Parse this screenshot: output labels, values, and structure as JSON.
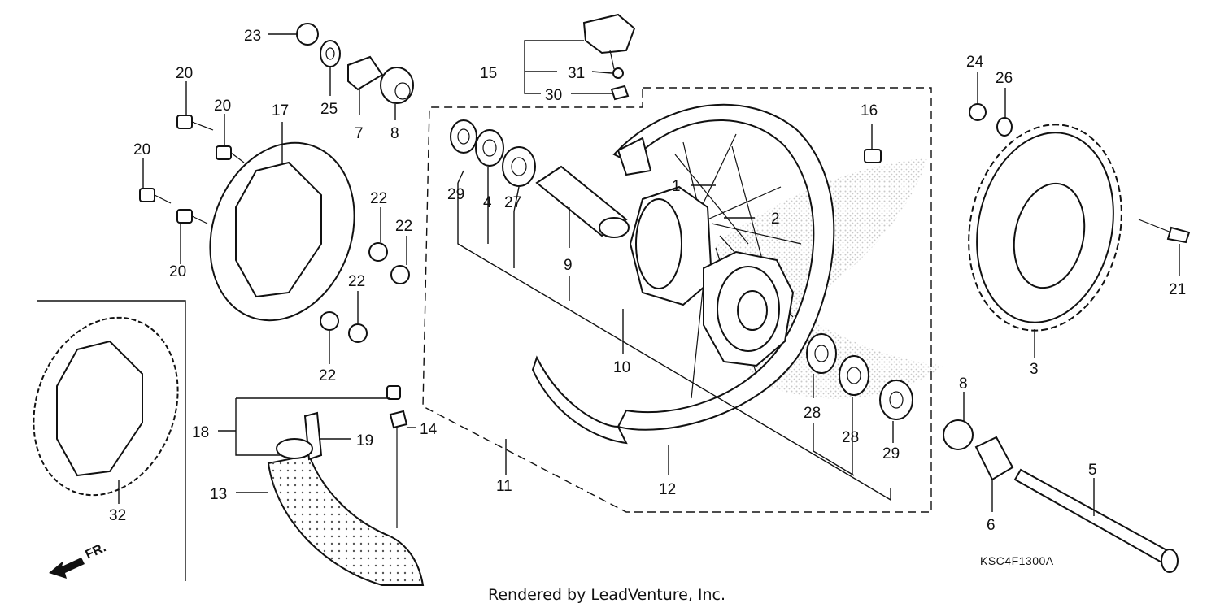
{
  "callouts": [
    {
      "id": "c23",
      "text": "23"
    },
    {
      "id": "c25",
      "text": "25"
    },
    {
      "id": "c7",
      "text": "7"
    },
    {
      "id": "c8a",
      "text": "8"
    },
    {
      "id": "c20a",
      "text": "20"
    },
    {
      "id": "c20b",
      "text": "20"
    },
    {
      "id": "c17",
      "text": "17"
    },
    {
      "id": "c20c",
      "text": "20"
    },
    {
      "id": "c20d",
      "text": "20"
    },
    {
      "id": "c22a",
      "text": "22"
    },
    {
      "id": "c22b",
      "text": "22"
    },
    {
      "id": "c22c",
      "text": "22"
    },
    {
      "id": "c22d",
      "text": "22"
    },
    {
      "id": "c15",
      "text": "15"
    },
    {
      "id": "c31",
      "text": "31"
    },
    {
      "id": "c30",
      "text": "30"
    },
    {
      "id": "c29a",
      "text": "29"
    },
    {
      "id": "c4",
      "text": "4"
    },
    {
      "id": "c27",
      "text": "27"
    },
    {
      "id": "c9",
      "text": "9"
    },
    {
      "id": "c16",
      "text": "16"
    },
    {
      "id": "c1",
      "text": "1"
    },
    {
      "id": "c2",
      "text": "2"
    },
    {
      "id": "c10",
      "text": "10"
    },
    {
      "id": "c28a",
      "text": "28"
    },
    {
      "id": "c28b",
      "text": "28"
    },
    {
      "id": "c29b",
      "text": "29"
    },
    {
      "id": "c11",
      "text": "11"
    },
    {
      "id": "c12",
      "text": "12"
    },
    {
      "id": "c24",
      "text": "24"
    },
    {
      "id": "c26",
      "text": "26"
    },
    {
      "id": "c21",
      "text": "21"
    },
    {
      "id": "c3",
      "text": "3"
    },
    {
      "id": "c8b",
      "text": "8"
    },
    {
      "id": "c5",
      "text": "5"
    },
    {
      "id": "c6",
      "text": "6"
    },
    {
      "id": "c18",
      "text": "18"
    },
    {
      "id": "c19",
      "text": "19"
    },
    {
      "id": "c14",
      "text": "14"
    },
    {
      "id": "c13",
      "text": "13"
    },
    {
      "id": "c32",
      "text": "32"
    }
  ],
  "diagram_code": "KSC4F1300A",
  "direction_marker": "FR.",
  "credit": "Rendered by LeadVenture, Inc."
}
